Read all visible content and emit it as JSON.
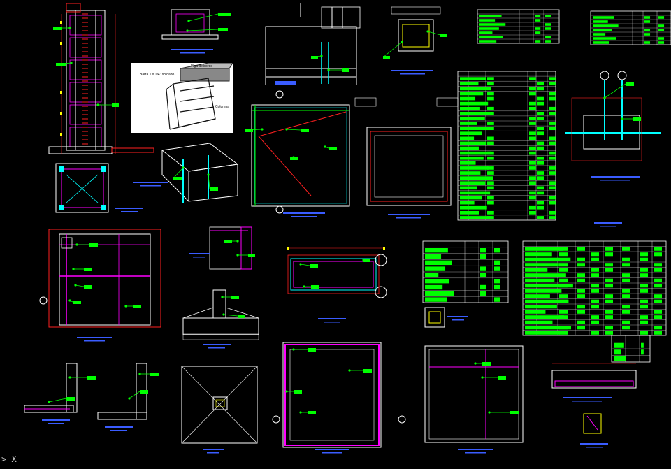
{
  "colors": {
    "background": "#000000",
    "concrete": "#ffffff",
    "rebar": "#ff00ff",
    "dim": "#ff2020",
    "leader": "#00ff00",
    "label": "#00ff00",
    "title": "#3a5cff",
    "note": "#ffff00",
    "cyan": "#00ffff"
  },
  "photo_notes": {
    "main": "Barra 1 x 1/4\" soldado",
    "side": "Viga de borde",
    "bottom": "Columna"
  },
  "ucs_icon": "> X"
}
